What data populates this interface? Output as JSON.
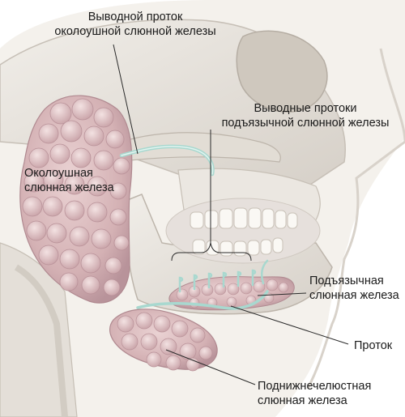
{
  "labels": {
    "parotid_duct": {
      "line1": "Выводной проток",
      "line2": "околоушной слюнной железы"
    },
    "sublingual_ducts": {
      "line1": "Выводные протоки",
      "line2": "подъязычной слюнной железы"
    },
    "parotid_gland": {
      "line1": "Околоушная",
      "line2": "слюнная железа"
    },
    "sublingual_gland": {
      "line1": "Подъязычная",
      "line2": "слюнная железа"
    },
    "duct": {
      "line1": "Проток"
    },
    "submandibular_gland": {
      "line1": "Поднижнечелюстная",
      "line2": "слюнная железа"
    }
  },
  "colors": {
    "bone": "#e9e5df",
    "bone_shadow": "#c9c3bb",
    "skin": "#f2efea",
    "gland": "#d7b6b8",
    "gland_dark": "#b8939a",
    "duct": "#a8d8cf",
    "leader_line": "#2a2a2a"
  }
}
